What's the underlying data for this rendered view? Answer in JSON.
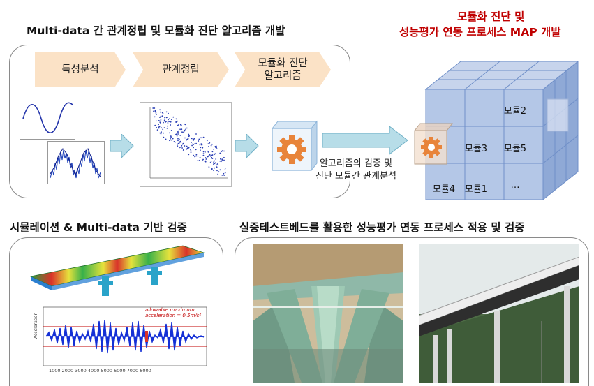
{
  "titles": {
    "top_left": "Multi-data 간 관계정립 및 모듈화 진단 알고리즘 개발",
    "top_right_line1": "모듈화 진단 및",
    "top_right_line2": "성능평가 연동 프로세스 MAP 개발",
    "bottom_left": "시뮬레이션 & Multi-data 기반 검증",
    "bottom_right": "실증테스트베드를 활용한 성능평가 연동 프로세스 적용 및 검증"
  },
  "steps": {
    "step1": "특성분석",
    "step2": "관계정립",
    "step3_line1": "모듈화 진단",
    "step3_line2": "알고리즘"
  },
  "arrow_label": {
    "line1": "알고리즘의 검증 및",
    "line2": "진단 모듈간 관계분석"
  },
  "cube_modules": {
    "m1": "모듈1",
    "m2": "모듈2",
    "m3": "모듈3",
    "m4": "모듈4",
    "m5": "모듈5",
    "more": "…"
  },
  "simulation_annotation": {
    "line1": "allowable maximum",
    "line2": "acceleration = 0.5m/s²"
  },
  "colors": {
    "title_red": "#c00000",
    "chevron_fill": "#fbe2c6",
    "arrow_fill": "#b7dde8",
    "cube_face": "#b4c7e7",
    "cube_top": "#c7d4ec",
    "cube_side": "#8fa9d6",
    "gear_orange": "#e8843a"
  }
}
